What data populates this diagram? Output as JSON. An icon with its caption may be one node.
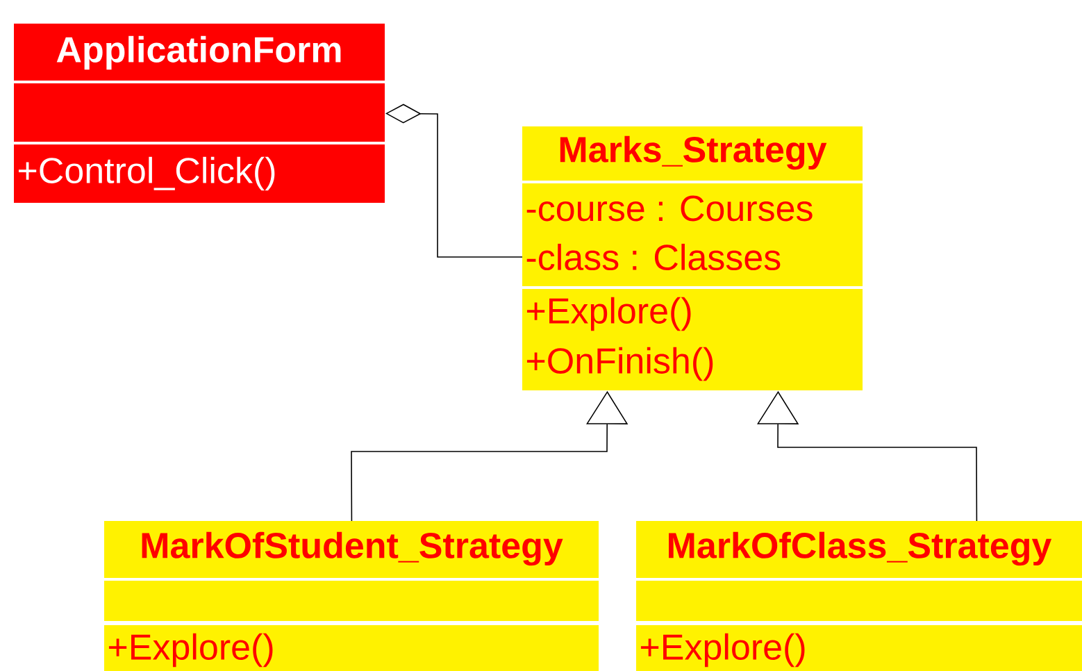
{
  "diagram": {
    "nodes": [
      {
        "text": [
          "ApplicationForm",
          "+Control_Click()"
        ]
      },
      {
        "text": [
          "Marks_Strategy",
          "-course : Courses",
          "-class : Classes",
          "+Explore()",
          "+OnFinish()"
        ]
      },
      {
        "text": [
          "MarkOfStudent_Strategy",
          "+Explore()"
        ]
      },
      {
        "text": [
          "MarkOfClass_Strategy",
          "+Explore()"
        ]
      }
    ],
    "edges": [
      {
        "from": 0,
        "to": 1,
        "arrow": "other"
      },
      {
        "from": 2,
        "to": 1,
        "arrow": "to"
      },
      {
        "from": 3,
        "to": 1,
        "arrow": "to"
      }
    ]
  }
}
